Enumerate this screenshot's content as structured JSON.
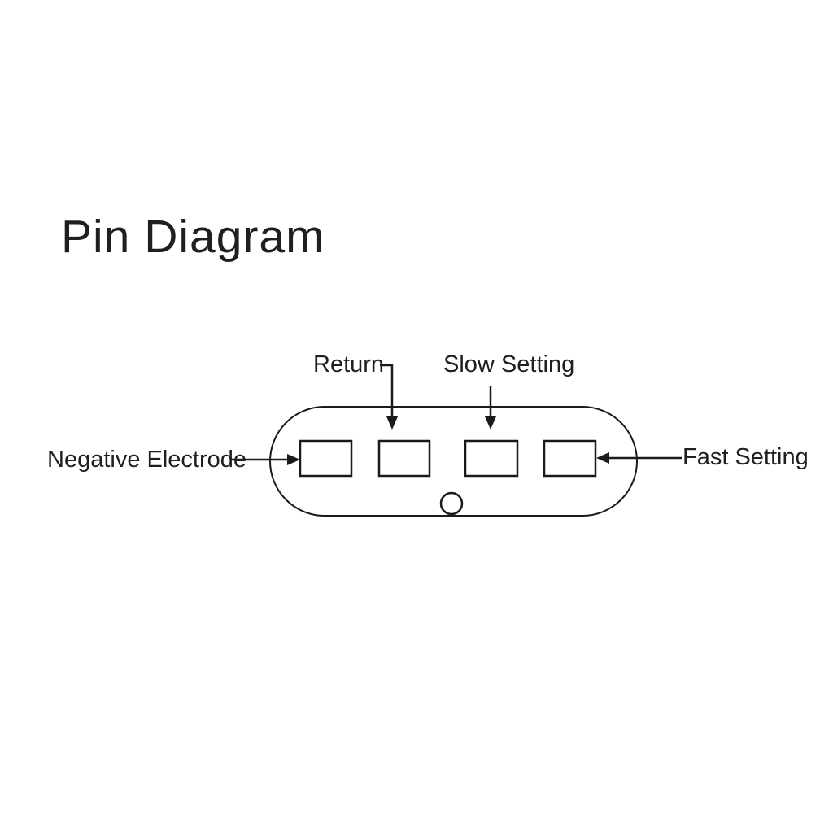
{
  "page": {
    "background_color": "#ffffff",
    "text_color": "#1f1f1f"
  },
  "title": "Pin Diagram",
  "diagram": {
    "stroke_color": "#1a1a1a",
    "pin_count": 4,
    "labels": {
      "negative_electrode": "Negative Electrode",
      "return": "Return",
      "slow_setting": "Slow Setting",
      "fast_setting": "Fast Setting"
    },
    "pin_assignments": [
      {
        "pin": 1,
        "label": "Negative Electrode",
        "arrow": "points right into pin 1 through left side"
      },
      {
        "pin": 2,
        "label": "Return",
        "arrow": "elbow connector pointing down onto pin 2"
      },
      {
        "pin": 3,
        "label": "Slow Setting",
        "arrow": "points down onto pin 3"
      },
      {
        "pin": 4,
        "label": "Fast Setting",
        "arrow": "points left into pin 4 through right side"
      }
    ],
    "features": {
      "body": "rounded pill outline",
      "notch": "small circle on bottom edge"
    }
  }
}
